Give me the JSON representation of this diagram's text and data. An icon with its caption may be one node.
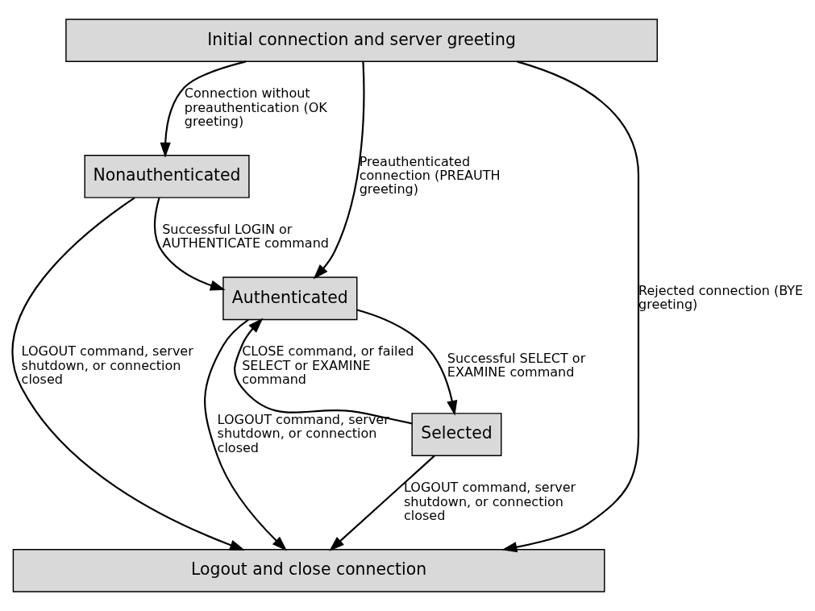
{
  "diagram": {
    "nodes": [
      {
        "text": [
          "Initial connection and server greeting"
        ]
      },
      {
        "text": [
          "Nonauthenticated"
        ]
      },
      {
        "text": [
          "Authenticated"
        ]
      },
      {
        "text": [
          "Selected"
        ]
      },
      {
        "text": [
          "Logout and close connection"
        ]
      }
    ],
    "edges": [
      {
        "from": 0,
        "to": 1,
        "arrow": "to",
        "label": "Connection without preauthentication (OK greeting)"
      },
      {
        "from": 0,
        "to": 2,
        "arrow": "to",
        "label": "Preauthenticated connection (PREAUTH greeting)"
      },
      {
        "from": 0,
        "to": 4,
        "arrow": "to",
        "label": "Rejected connection (BYE greeting)"
      },
      {
        "from": 1,
        "to": 4,
        "arrow": "to",
        "label": "LOGOUT command, server shutdown, or connection closed"
      },
      {
        "from": 1,
        "to": 2,
        "arrow": "to",
        "label": "Successful LOGIN or AUTHENTICATE command"
      },
      {
        "from": 2,
        "to": 4,
        "arrow": "to",
        "label": "LOGOUT command, server shutdown, or connection closed"
      },
      {
        "from": 2,
        "to": 3,
        "arrow": "to",
        "label": "Successful SELECT or EXAMINE command"
      },
      {
        "from": 3,
        "to": 2,
        "arrow": "to",
        "label": "CLOSE command, or failed SELECT or EXAMINE command"
      },
      {
        "from": 3,
        "to": 4,
        "arrow": "to",
        "label": "LOGOUT command, server shutdown, or connection closed"
      }
    ]
  }
}
